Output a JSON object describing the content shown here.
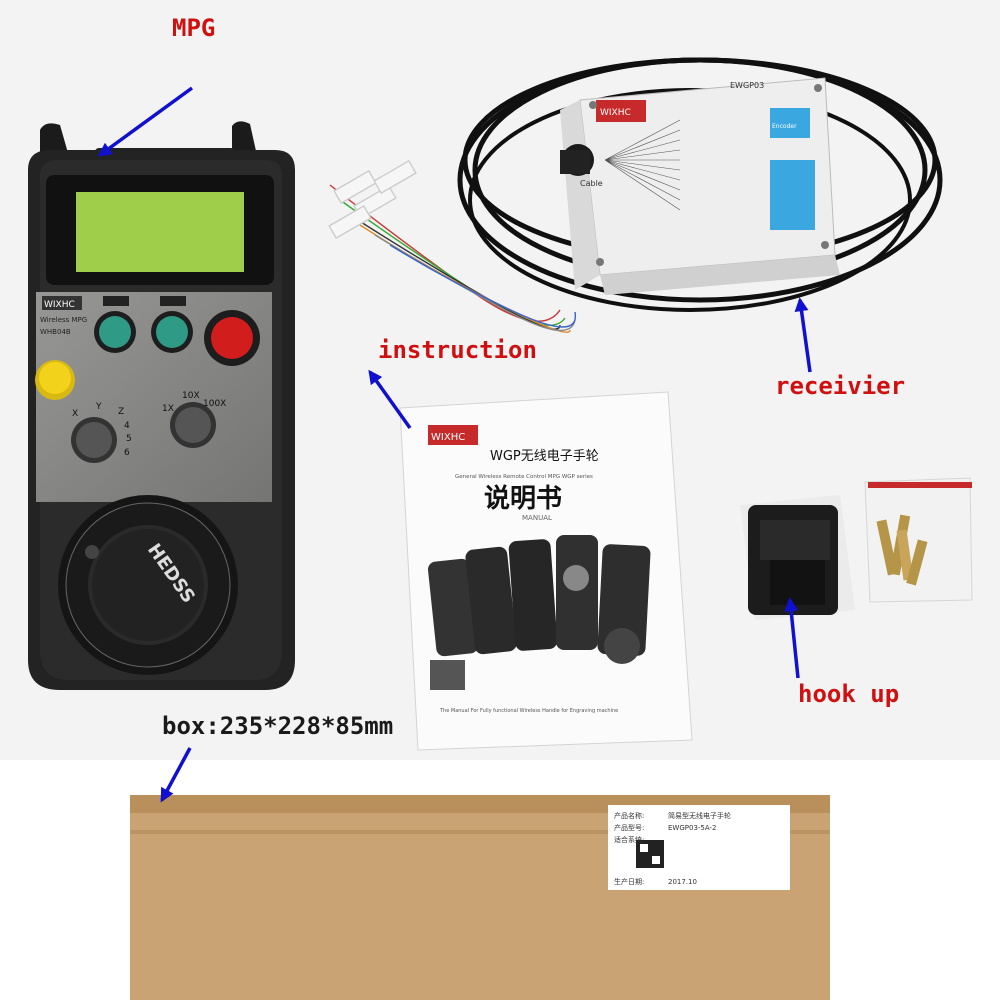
{
  "labels": {
    "mpg": "MPG",
    "instruction": "instruction",
    "receiver": "receivier",
    "hook_up": "hook up",
    "box": "box:235*228*85mm"
  },
  "pendant": {
    "brand": "WIXHC",
    "model_text": "Wireless MPG",
    "model_code": "WHB04B",
    "axis_values": [
      "X",
      "Y",
      "Z",
      "4",
      "5",
      "6"
    ],
    "step_values": [
      "1X",
      "10X",
      "100X"
    ],
    "wheel_brand": "HEDSS",
    "colors": {
      "green_button": "#2f9a86",
      "red_button": "#d21d1d",
      "yellow_button": "#f2d21a",
      "lcd": "#9fcf4a"
    }
  },
  "receiver_box": {
    "brand": "WIXHC",
    "model": "EWGP03",
    "cable_label": "Cable",
    "encoder_label": "Encoder"
  },
  "manual": {
    "brand": "WIXHC",
    "title_cn": "WGP无线电子手轮",
    "subtitle": "General Wireless Remote Control MPG  WGP series",
    "title_big": "说明书",
    "manual_word": "MANUAL",
    "footer": "The Manual For Fully functional Wireless Handle for Engraving machine"
  },
  "cardboard_box": {
    "lines": [
      "产品名称:",
      "产品型号:",
      "适合系统:",
      "生产日期:"
    ],
    "values": [
      "简易型无线电子手轮",
      "EWGP03-5A-2",
      "",
      "2017.10"
    ],
    "colors": {
      "box": "#c9a373",
      "label": "#ffffff"
    }
  }
}
